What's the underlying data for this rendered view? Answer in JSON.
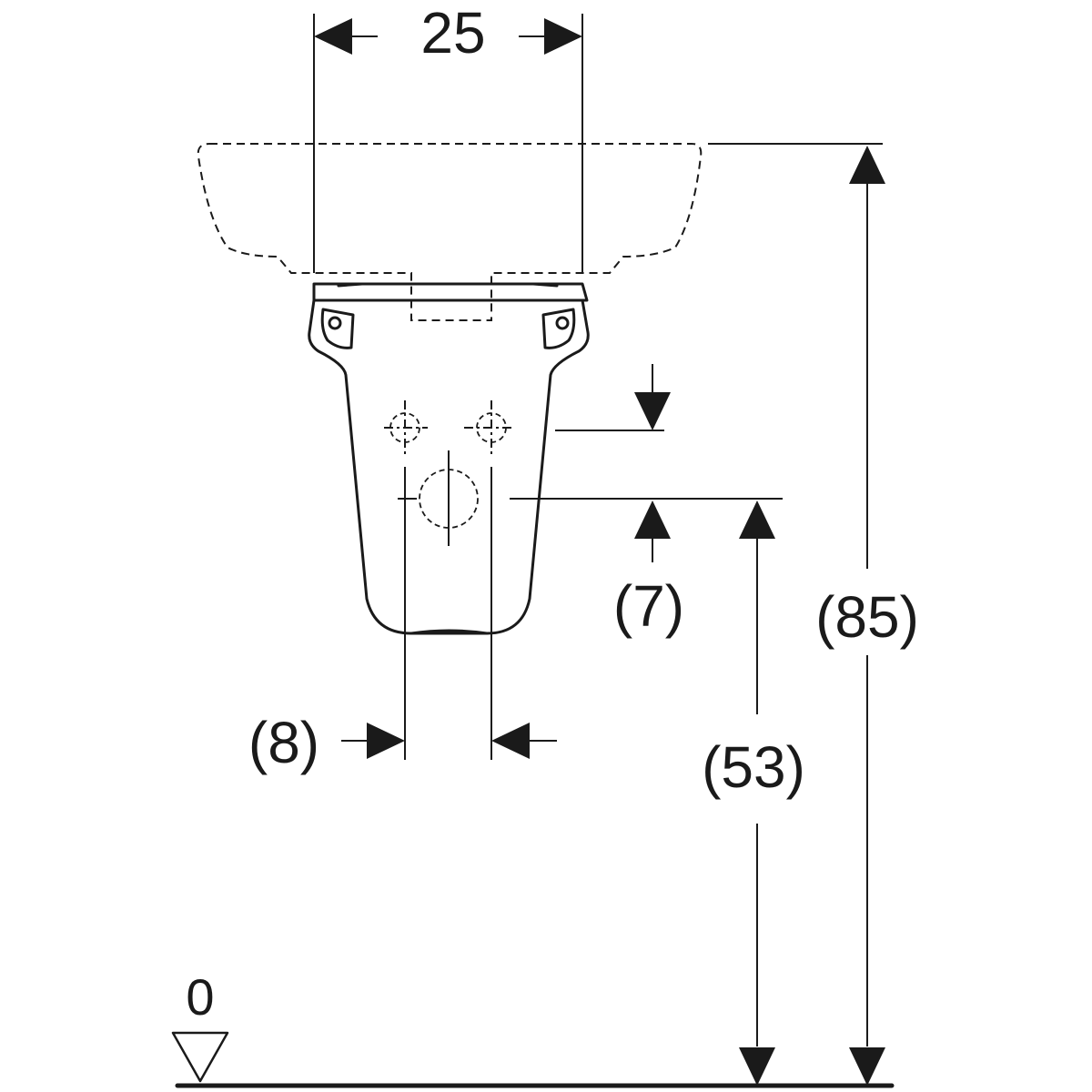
{
  "dimensions": {
    "top_width": "25",
    "total_height": "(85)",
    "drain_height": "(53)",
    "supply_offset": "(7)",
    "supply_spacing": "(8)"
  },
  "floor": {
    "level_label": "0"
  }
}
